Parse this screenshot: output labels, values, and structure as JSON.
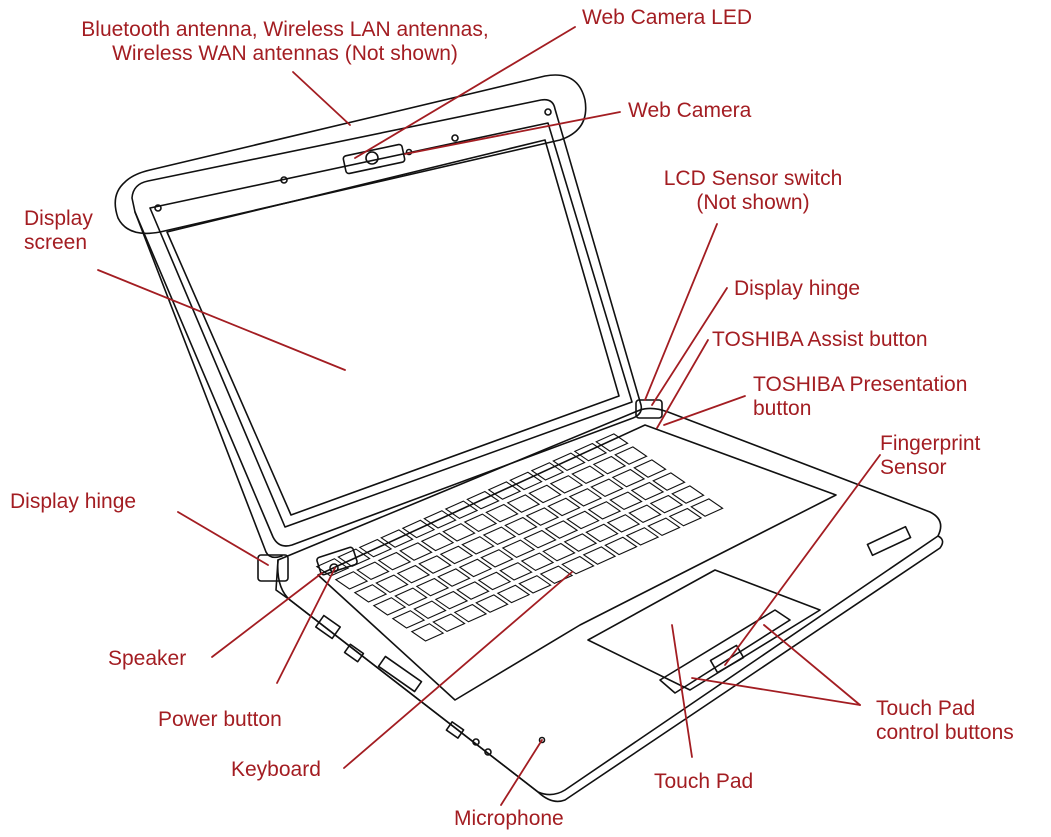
{
  "colors": {
    "label": "#a31d22",
    "outline": "#111111",
    "background": "#ffffff"
  },
  "labels": {
    "antennas": [
      "Bluetooth antenna, Wireless LAN antennas,",
      "Wireless WAN antennas (Not shown)"
    ],
    "web_camera_led": "Web Camera LED",
    "web_camera": "Web Camera",
    "display_screen": [
      "Display",
      "screen"
    ],
    "lcd_sensor_switch": [
      "LCD Sensor switch",
      "(Not shown)"
    ],
    "display_hinge_right": "Display hinge",
    "assist_button": "TOSHIBA Assist button",
    "presentation_button": [
      "TOSHIBA Presentation",
      "button"
    ],
    "fingerprint_sensor": [
      "Fingerprint",
      "Sensor"
    ],
    "display_hinge_left": "Display hinge",
    "speaker": "Speaker",
    "power_button": "Power button",
    "keyboard": "Keyboard",
    "touch_pad_buttons": [
      "Touch Pad",
      "control buttons"
    ],
    "touch_pad": "Touch Pad",
    "microphone": "Microphone"
  }
}
